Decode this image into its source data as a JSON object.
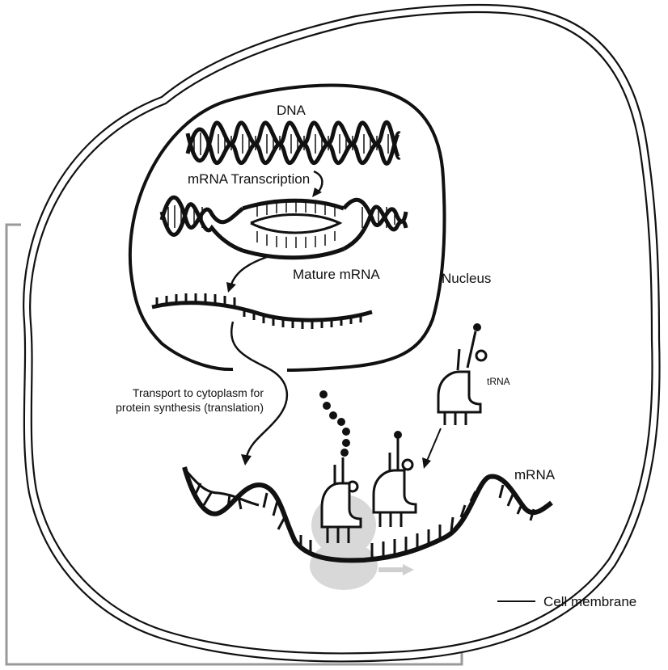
{
  "labels": {
    "dna": "DNA",
    "transcription": "mRNA Transcription",
    "mature_mrna": "Mature mRNA",
    "nucleus": "Nucleus",
    "trna": "tRNA",
    "transport_line1": "Transport to cytoplasm for",
    "transport_line2": "protein synthesis (translation)",
    "mrna": "mRNA",
    "cell_membrane": "Cell membrane"
  },
  "colors": {
    "ink": "#111111",
    "ribosome": "#d8d8d8",
    "ribosome_arrow": "#cfcfcf",
    "bracket": "#999999"
  }
}
